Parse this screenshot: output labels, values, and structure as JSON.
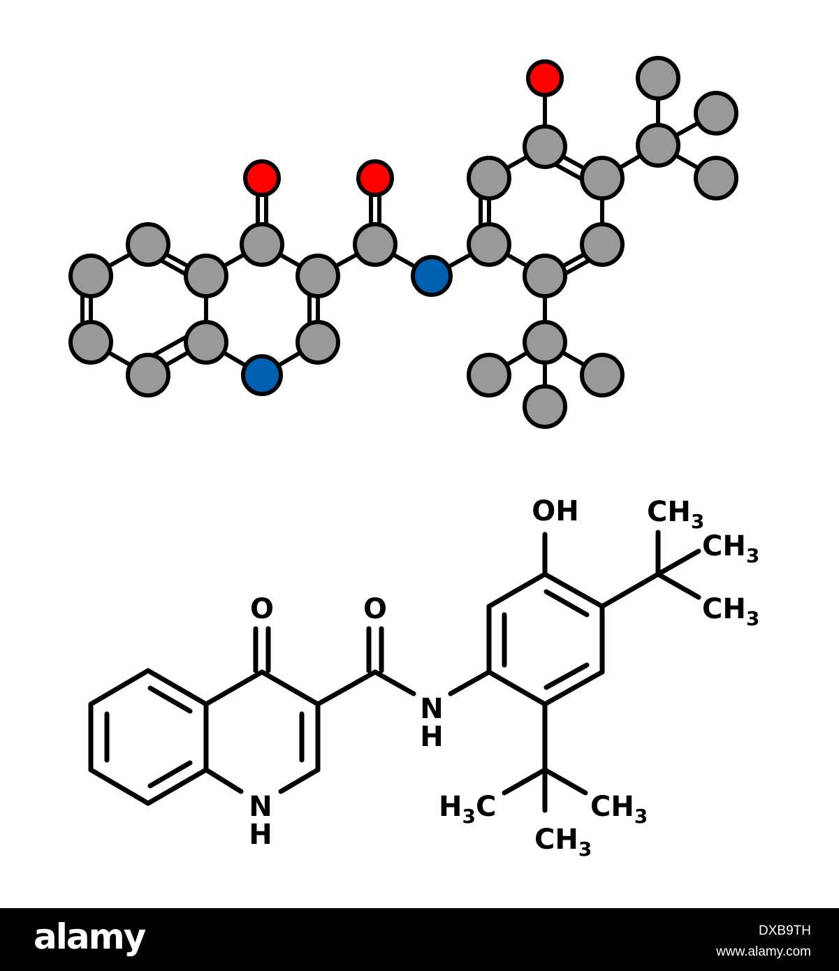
{
  "colors": {
    "carbon": "#999999",
    "oxygen": "#ff0000",
    "nitrogen": "#0060b0",
    "bond": "#000000",
    "background": "#ffffff",
    "footer": "#000000",
    "footer_text": "#ffffff"
  },
  "ball_and_stick": {
    "atoms": [
      {
        "id": "c1",
        "element": "C"
      },
      {
        "id": "c2",
        "element": "C"
      },
      {
        "id": "c3",
        "element": "C"
      },
      {
        "id": "c4",
        "element": "C"
      },
      {
        "id": "c4a",
        "element": "C"
      },
      {
        "id": "c8a",
        "element": "C"
      },
      {
        "id": "c4o",
        "element": "C"
      },
      {
        "id": "o4",
        "element": "O"
      },
      {
        "id": "c3q",
        "element": "C"
      },
      {
        "id": "c2q",
        "element": "C"
      },
      {
        "id": "n1",
        "element": "N"
      },
      {
        "id": "camide",
        "element": "C"
      },
      {
        "id": "oamide",
        "element": "O"
      },
      {
        "id": "namide",
        "element": "N"
      },
      {
        "id": "r1",
        "element": "C"
      },
      {
        "id": "r2",
        "element": "C"
      },
      {
        "id": "r3",
        "element": "C"
      },
      {
        "id": "oh",
        "element": "O"
      },
      {
        "id": "r4",
        "element": "C"
      },
      {
        "id": "r5",
        "element": "C"
      },
      {
        "id": "r6",
        "element": "C"
      },
      {
        "id": "tb1",
        "element": "C"
      },
      {
        "id": "tb1a",
        "element": "C"
      },
      {
        "id": "tb1b",
        "element": "C"
      },
      {
        "id": "tb1c",
        "element": "C"
      },
      {
        "id": "tb2",
        "element": "C"
      },
      {
        "id": "tb2a",
        "element": "C"
      },
      {
        "id": "tb2b",
        "element": "C"
      },
      {
        "id": "tb2c",
        "element": "C"
      }
    ]
  },
  "skeletal": {
    "labels": {
      "oh": "OH",
      "o_ketone": "O",
      "o_amide": "O",
      "n_amide": "N",
      "h_amide": "H",
      "n_ring": "N",
      "h_ring": "H",
      "ch3_a": "CH",
      "ch3_b": "CH",
      "ch3_c": "CH",
      "h3c": "H",
      "h3c_c": "C",
      "ch3_d": "CH",
      "ch3_e": "CH",
      "sub3": "3"
    }
  },
  "footer": {
    "brand": "alamy",
    "image_id": "DXB9TH",
    "site": "www.alamy.com"
  }
}
